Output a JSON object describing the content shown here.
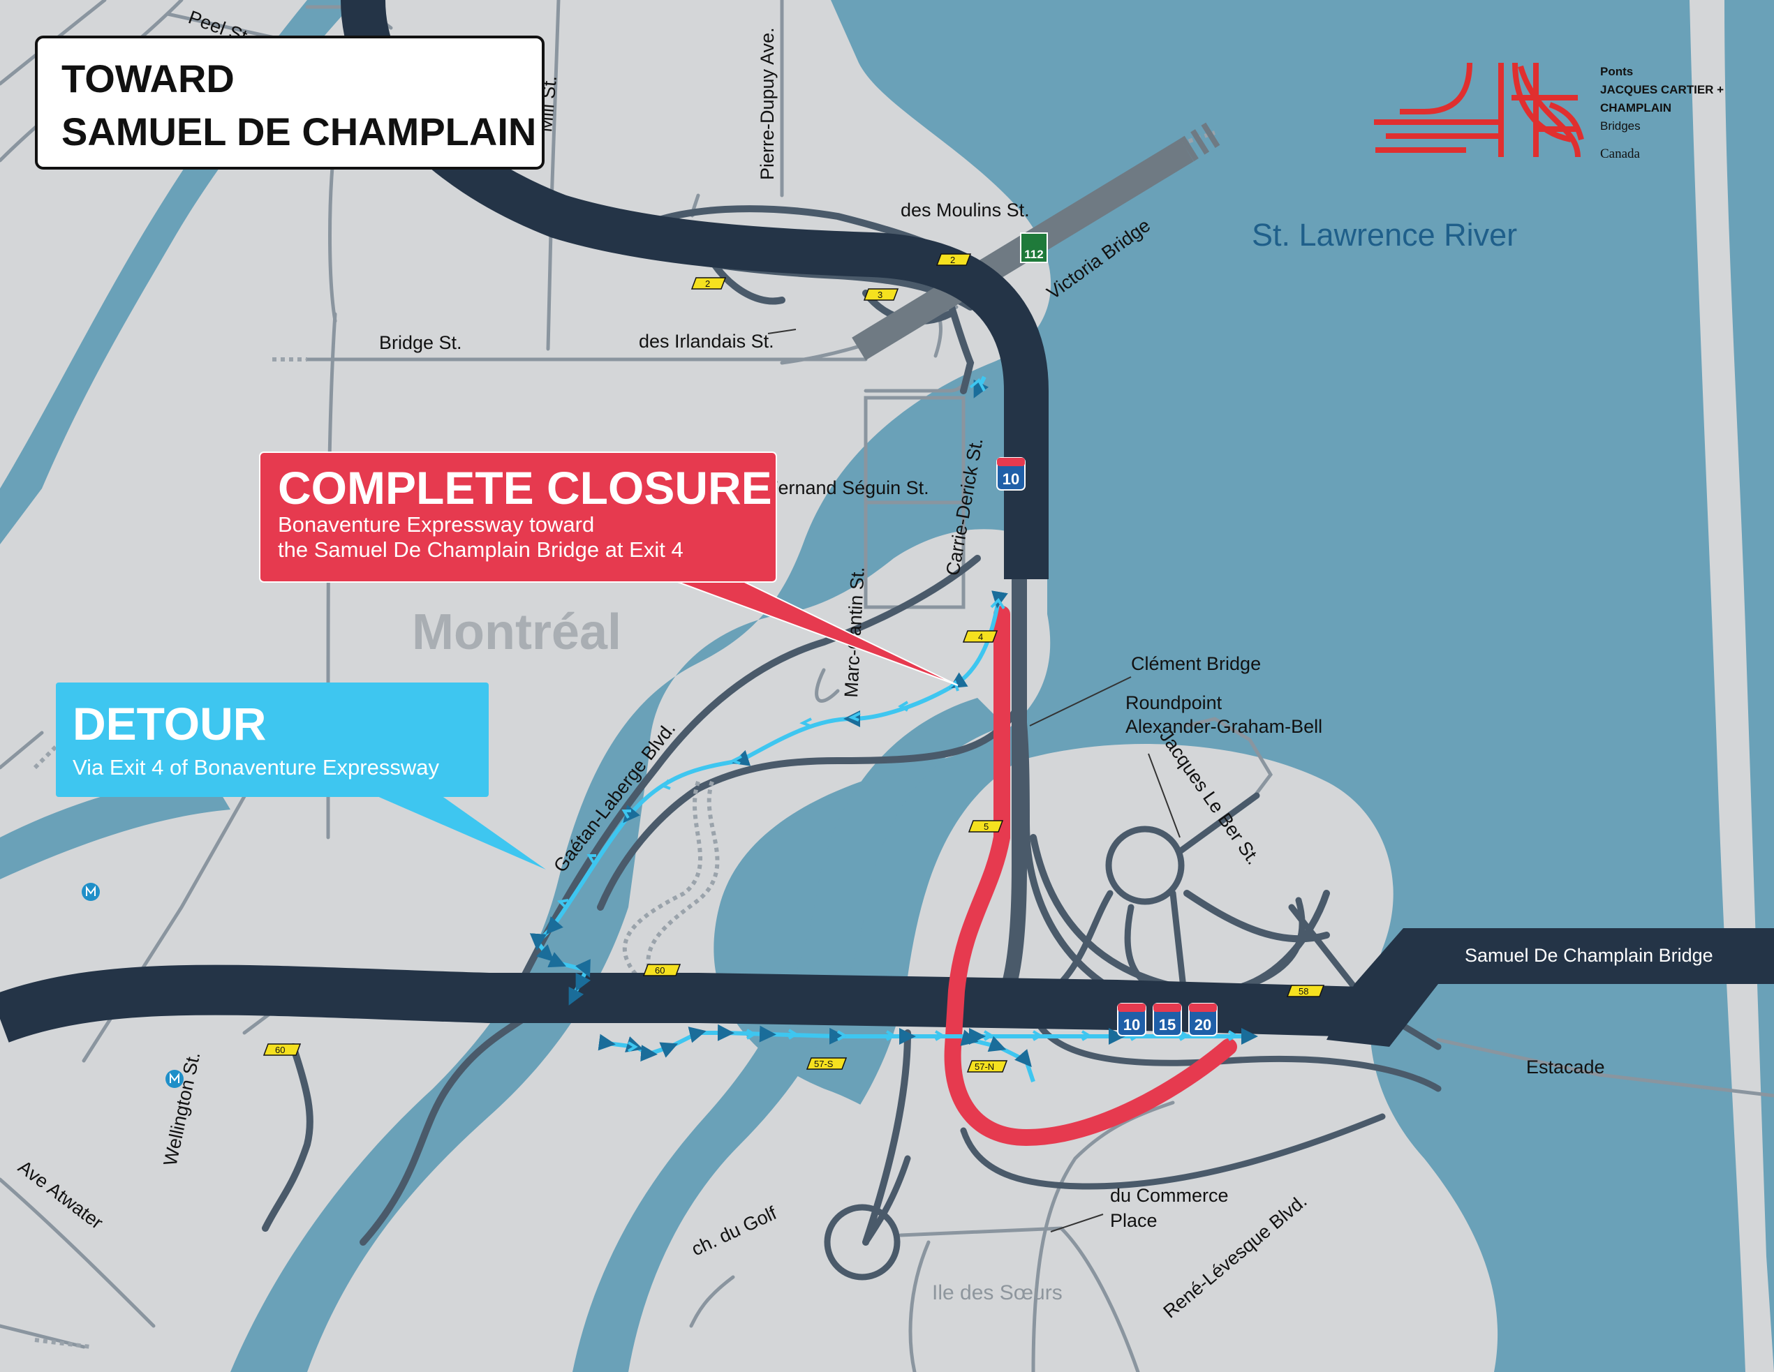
{
  "header": {
    "line1": "TOWARD",
    "line2": "SAMUEL DE CHAMPLAIN"
  },
  "logo": {
    "line1": "Ponts",
    "line2": "JACQUES CARTIER +",
    "line3": "CHAMPLAIN",
    "line4": "Bridges",
    "line5": "Canada",
    "color": "#e02f2f"
  },
  "closure": {
    "title": "COMPLETE CLOSURE",
    "line1": "Bonaventure Expressway toward",
    "line2": "the Samuel De Champlain Bridge at Exit 4",
    "color": "#e63a4f"
  },
  "detour": {
    "title": "DETOUR",
    "line1": "Via Exit 4 of Bonaventure Expressway",
    "color": "#3ec6f0"
  },
  "areas": {
    "river": "St. Lawrence River",
    "city": "Montréal",
    "island": "Ile des Sœurs"
  },
  "streets": {
    "peel": "Peel St.",
    "mill": "Mill St.",
    "pierre_dupuy": "Pierre-Dupuy Ave.",
    "des_moulins": "des Moulins St.",
    "victoria_bridge": "Victoria Bridge",
    "bridge_st": "Bridge St.",
    "des_irlandais": "des Irlandais St.",
    "fernand_seguin": "Fernand Séguin St.",
    "carrie_derick": "Carrie-Derick St.",
    "marc_cantin": "Marc-Cantin St.",
    "clement_bridge": "Clément Bridge",
    "roundpoint1": "Roundpoint",
    "roundpoint2": "Alexander-Graham-Bell",
    "jacques_le_ber": "Jacques Le Ber St.",
    "gaetan_laberge": "Gaétan-Laberge Blvd.",
    "wellington": "Wellington St.",
    "atwater": "Ave Atwater",
    "champlain_bridge": "Samuel De Champlain Bridge",
    "estacade": "Estacade",
    "du_commerce1": "du Commerce",
    "du_commerce2": "Place",
    "ch_golf": "ch. du Golf",
    "rene_levesque": "René-Lévesque Blvd."
  },
  "exits": [
    "2",
    "2",
    "3",
    "4",
    "5",
    "58",
    "60",
    "60",
    "57-S",
    "57-N"
  ],
  "shields": {
    "route112": "112",
    "a10": "10",
    "a15": "15",
    "a20": "20"
  },
  "colors": {
    "land": "#d4d6d8",
    "water": "#6aa1b8",
    "highway": "#243447",
    "road": "#4a5a6a",
    "street": "#8a959f",
    "closure": "#e63a4f",
    "detour": "#3ec6f0",
    "exit_tag": "#f5e11f",
    "interstate": "#1f5fa8"
  }
}
